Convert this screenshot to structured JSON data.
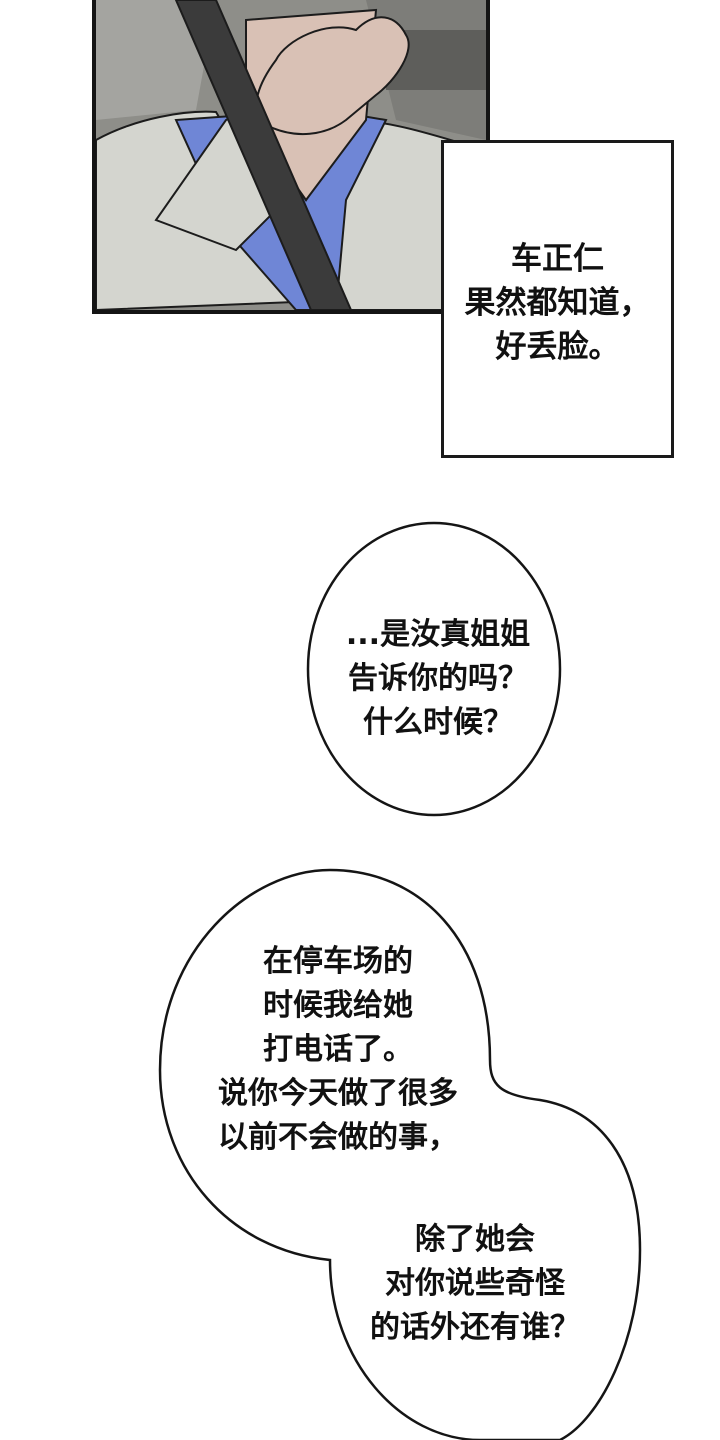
{
  "caption": {
    "lines": [
      "车正仁",
      "果然都知道，",
      "好丢脸。"
    ]
  },
  "bubble_top": {
    "lines": [
      "...是汝真姐姐",
      "告诉你的吗？",
      "什么时候？"
    ]
  },
  "bubble_bottom": {
    "lines_upper": [
      "在停车场的",
      "时候我给她",
      "打电话了。",
      "说你今天做了很多",
      "以前不会做的事，"
    ],
    "lines_lower": [
      "除了她会",
      "对你说些奇怪",
      "的话外还有谁？"
    ]
  },
  "colors": {
    "panel_background": "#8d8d88",
    "shirt_collar": "#6f86d6",
    "jacket": "#d4d5cf",
    "skin": "#d9c1b5",
    "seatbelt": "#3b3b3b",
    "outline": "#141414"
  }
}
